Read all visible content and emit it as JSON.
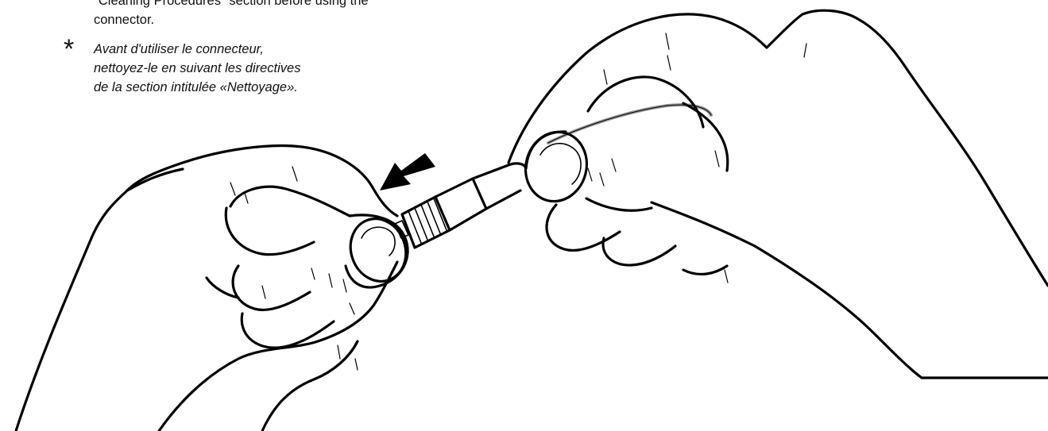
{
  "notes": {
    "english_line1": "\"Cleaning Procedures\" section before using the",
    "english_line2": "connector.",
    "asterisk": "*",
    "french_lines": [
      "Avant d'utiliser le connecteur,",
      "nettoyez-le en suivant les directives",
      "de la section intitulée «Nettoyage»."
    ]
  },
  "illustration": {
    "subject": "two hands connecting a fiber optic cable connector",
    "arrow_direction": "left",
    "ink_color": "#000000",
    "cable_color": "#9a9a9a"
  }
}
